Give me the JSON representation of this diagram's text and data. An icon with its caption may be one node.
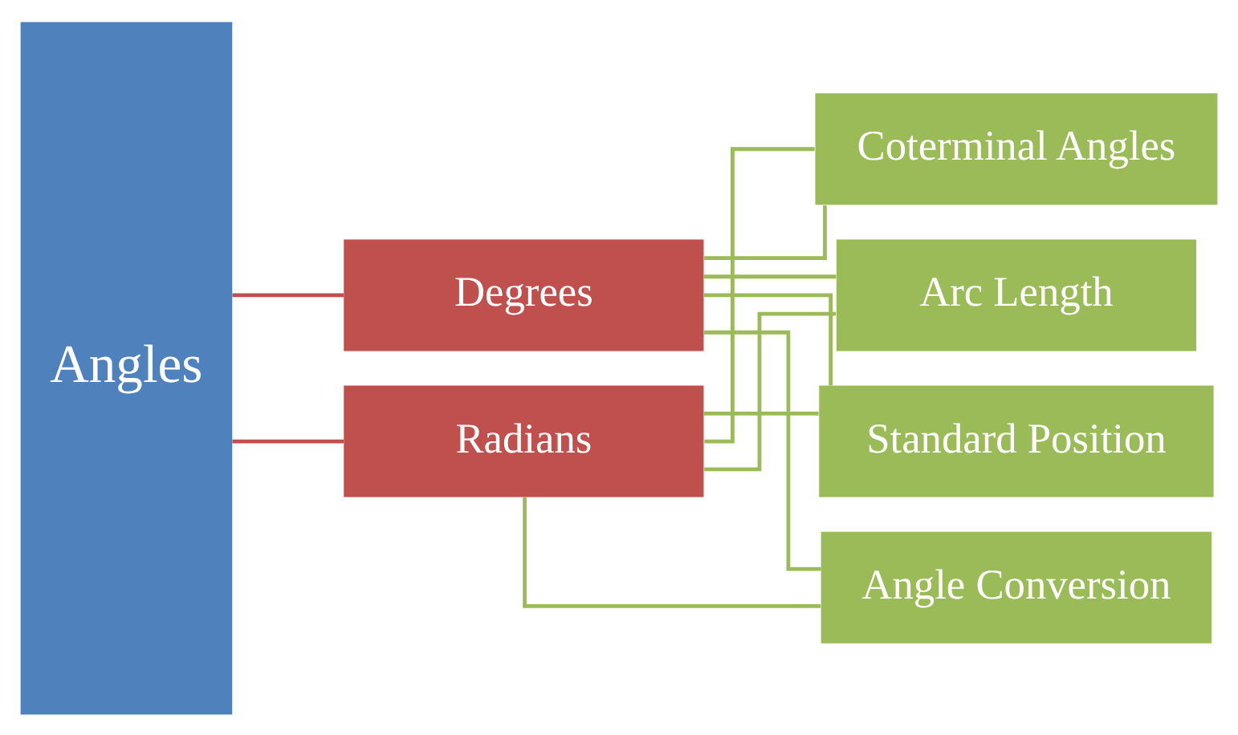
{
  "diagram": {
    "nodes": [
      {
        "text": [
          "Angles"
        ]
      },
      {
        "text": [
          "Degrees"
        ]
      },
      {
        "text": [
          "Radians"
        ]
      },
      {
        "text": [
          "Standard Position"
        ]
      },
      {
        "text": [
          "Angle Conversion"
        ]
      },
      {
        "text": [
          "Coterminal Angles"
        ]
      },
      {
        "text": [
          "Arc Length"
        ]
      }
    ],
    "edges": [
      {
        "from": 0,
        "to": 1,
        "arrow": "none",
        "color": "#c0504d"
      },
      {
        "from": 0,
        "to": 2,
        "arrow": "none",
        "color": "#c0504d"
      },
      {
        "from": 1,
        "to": 3,
        "arrow": "none"
      },
      {
        "from": 1,
        "to": 4,
        "arrow": "none"
      },
      {
        "from": 1,
        "to": 5,
        "arrow": "none"
      },
      {
        "from": 1,
        "to": 6,
        "arrow": "none"
      },
      {
        "from": 2,
        "to": 3,
        "arrow": "none"
      },
      {
        "from": 2,
        "to": 4,
        "arrow": "none"
      },
      {
        "from": 2,
        "to": 5,
        "arrow": "none"
      },
      {
        "from": 2,
        "to": 6,
        "arrow": "none"
      }
    ]
  }
}
